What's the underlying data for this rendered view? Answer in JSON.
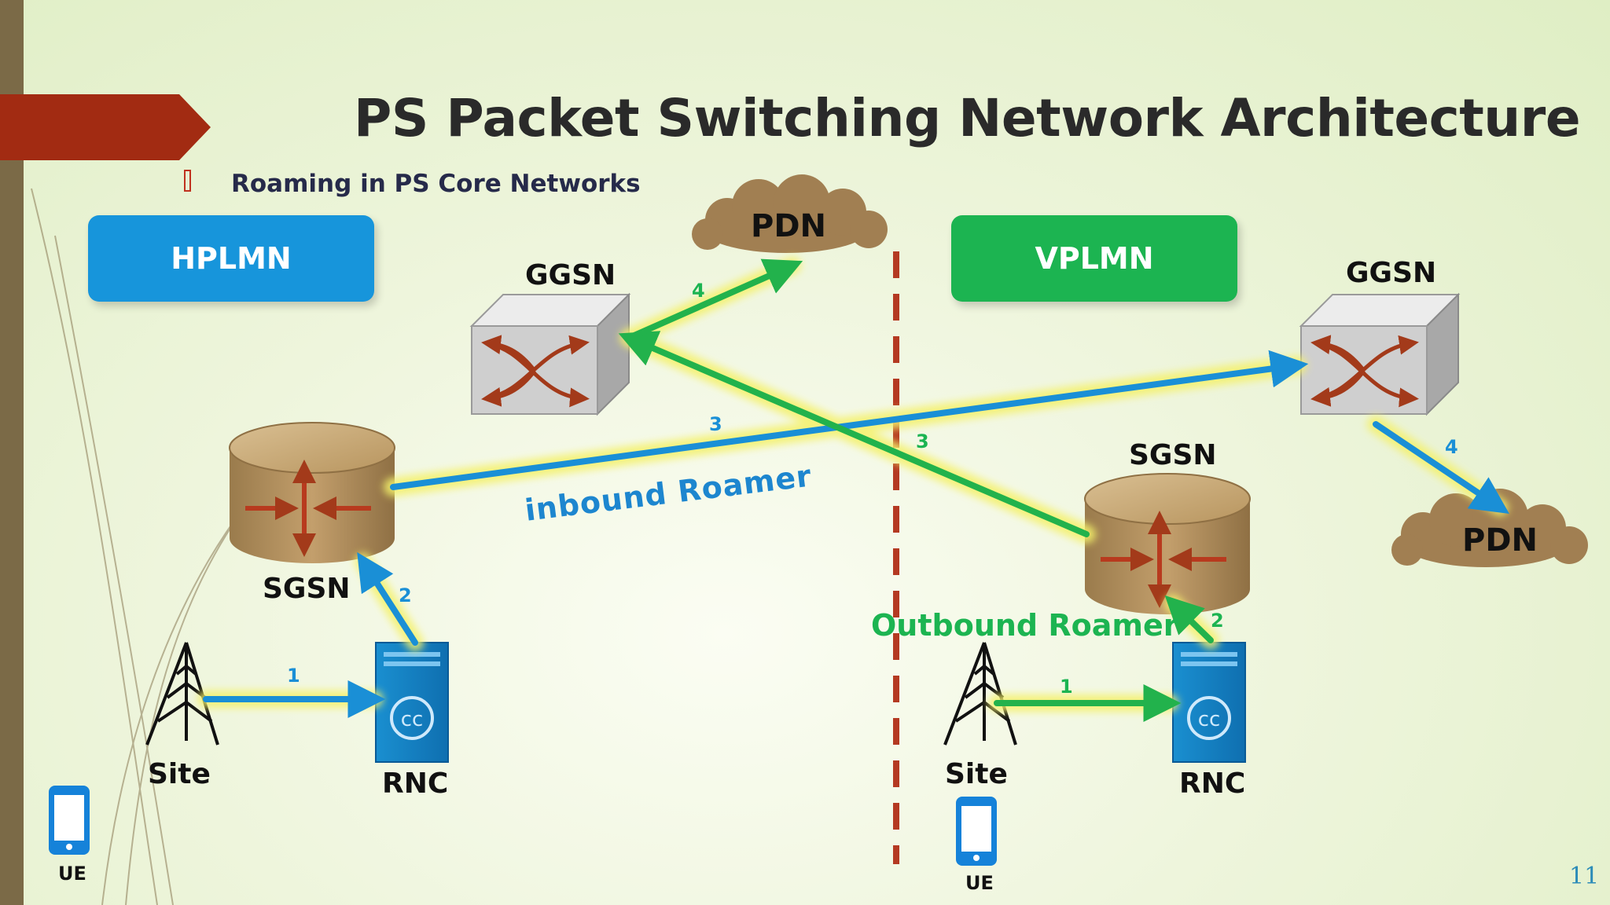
{
  "slide": {
    "title": "PS Packet Switching Network Architecture",
    "subtitle": "Roaming in PS Core Networks",
    "page_number": "11"
  },
  "networks": {
    "home": "HPLMN",
    "visited": "VPLMN"
  },
  "nodes": {
    "pdn_left": "PDN",
    "ggsn_left": "GGSN",
    "sgsn_left": "SGSN",
    "site_left": "Site",
    "rnc_left": "RNC",
    "ue_left": "UE",
    "ggsn_right": "GGSN",
    "sgsn_right": "SGSN",
    "pdn_right": "PDN",
    "site_right": "Site",
    "rnc_right": "RNC",
    "ue_right": "UE"
  },
  "flows": {
    "inbound_label": "inbound Roamer",
    "outbound_label": "Outbound Roamer",
    "inbound_steps": [
      "1",
      "2",
      "3",
      "4"
    ],
    "outbound_steps": [
      "1",
      "2",
      "3",
      "4"
    ]
  },
  "colors": {
    "hplmn": "#1795db",
    "vplmn": "#1cb451",
    "inbound_arrow": "#1a8fd6",
    "outbound_arrow": "#22b24c",
    "banner": "#a22b12",
    "border_line": "#b43a22"
  }
}
